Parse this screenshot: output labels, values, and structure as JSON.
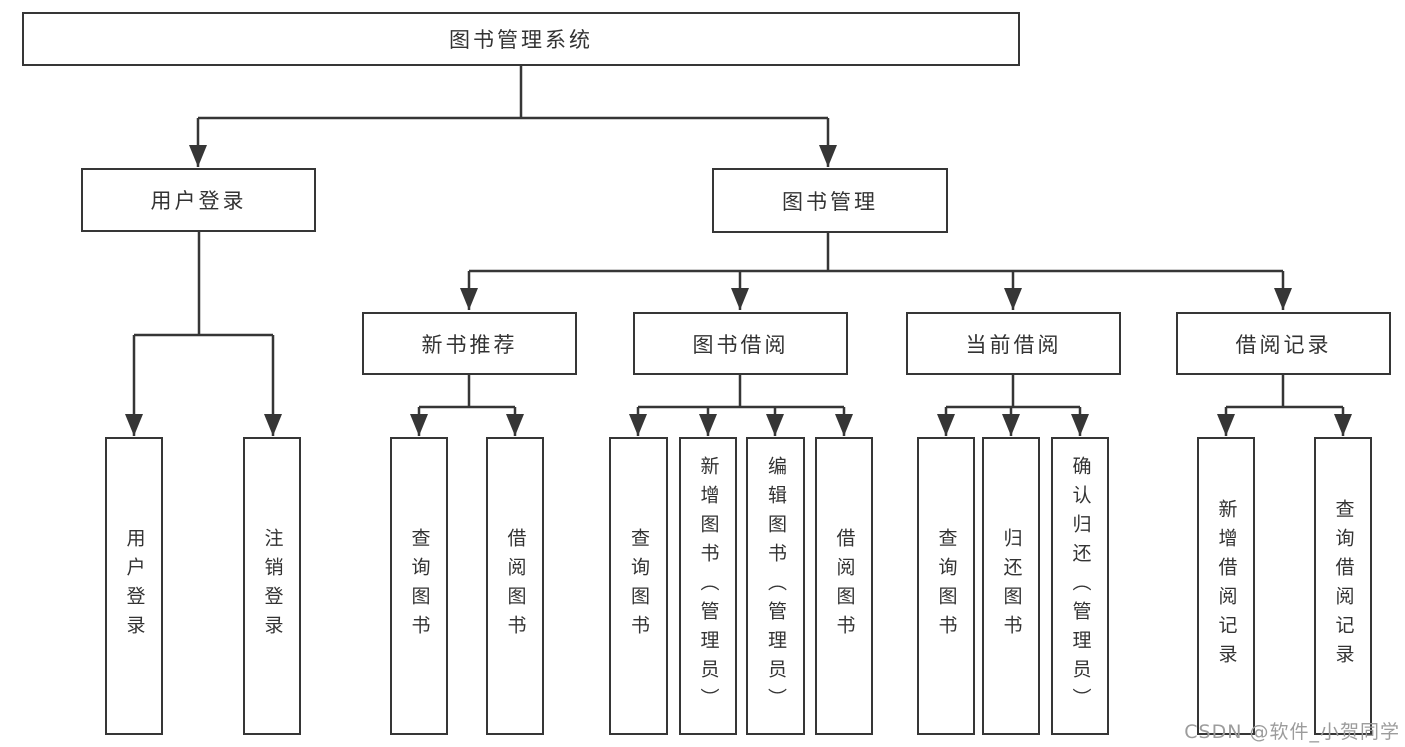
{
  "colors": {
    "line": "#363636",
    "box_border": "#363636",
    "box_fill": "#ffffff",
    "text": "#333333",
    "watermark": "#9c9c9c",
    "background": "#ffffff"
  },
  "watermark": "CSDN @软件_小贺同学",
  "tree": {
    "root": {
      "label": "图书管理系统"
    },
    "branches": [
      {
        "label": "用户登录",
        "children": [
          {
            "label": "用户登录"
          },
          {
            "label": "注销登录"
          }
        ]
      },
      {
        "label": "图书管理",
        "children": [
          {
            "label": "新书推荐",
            "children": [
              {
                "label": "查询图书"
              },
              {
                "label": "借阅图书"
              }
            ]
          },
          {
            "label": "图书借阅",
            "children": [
              {
                "label": "查询图书"
              },
              {
                "label": "新增图书（管理员）"
              },
              {
                "label": "编辑图书（管理员）"
              },
              {
                "label": "借阅图书"
              }
            ]
          },
          {
            "label": "当前借阅",
            "children": [
              {
                "label": "查询图书"
              },
              {
                "label": "归还图书"
              },
              {
                "label": "确认归还（管理员）"
              }
            ]
          },
          {
            "label": "借阅记录",
            "children": [
              {
                "label": "新增借阅记录"
              },
              {
                "label": "查询借阅记录"
              }
            ]
          }
        ]
      }
    ]
  }
}
